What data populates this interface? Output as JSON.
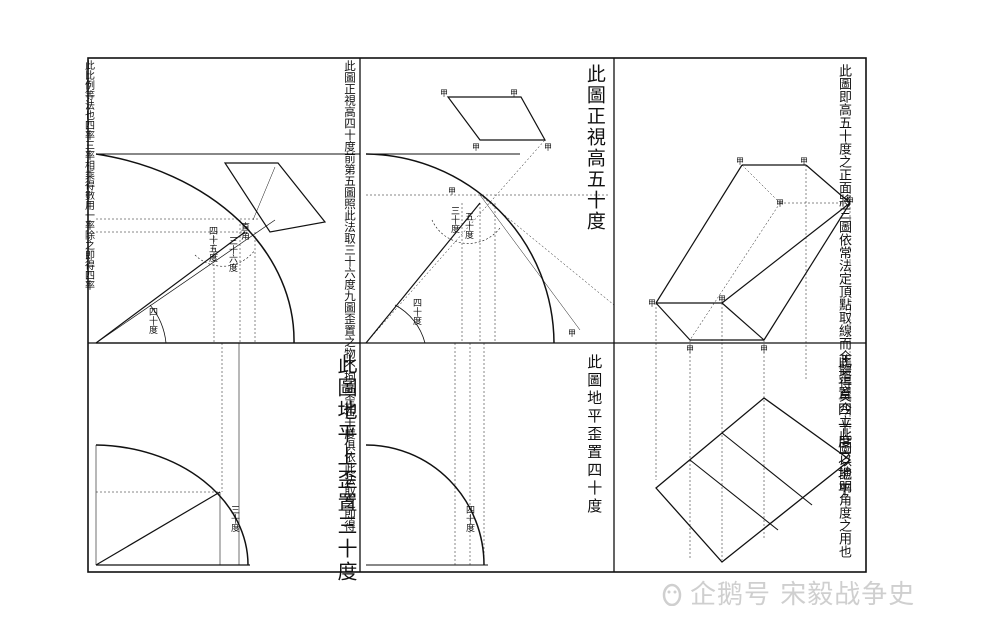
{
  "panels": {
    "intro_text": "此圖正視高四十度前第五圖照此法取三十六度九圖歪置之物不拘高歪若干度俱依此法取之即得",
    "table_text": "此比例等法也四率三率相乘得數用一率除之即得四率",
    "cap_top_middle": "此圖正視高五十度",
    "cap_top_right": "此圖即高五十度之正面將三圖依常法定頂點取線而全體得矣今立此圖以證明角度之用也",
    "cap_bottom_left": "此圖地平上歪置三十度",
    "cap_bottom_middle": "此圖地平歪置四十度",
    "cap_bottom_right": "此歪置四十度之地平"
  },
  "labels": {
    "jia": "甲",
    "deg40": "四十度",
    "deg30": "三十度",
    "deg36": "三十六度",
    "deg50": "五十度",
    "zhijiao": "直角",
    "ershi": "四十五度"
  },
  "watermark": {
    "text": "企鹅号 宋毅战争史"
  }
}
